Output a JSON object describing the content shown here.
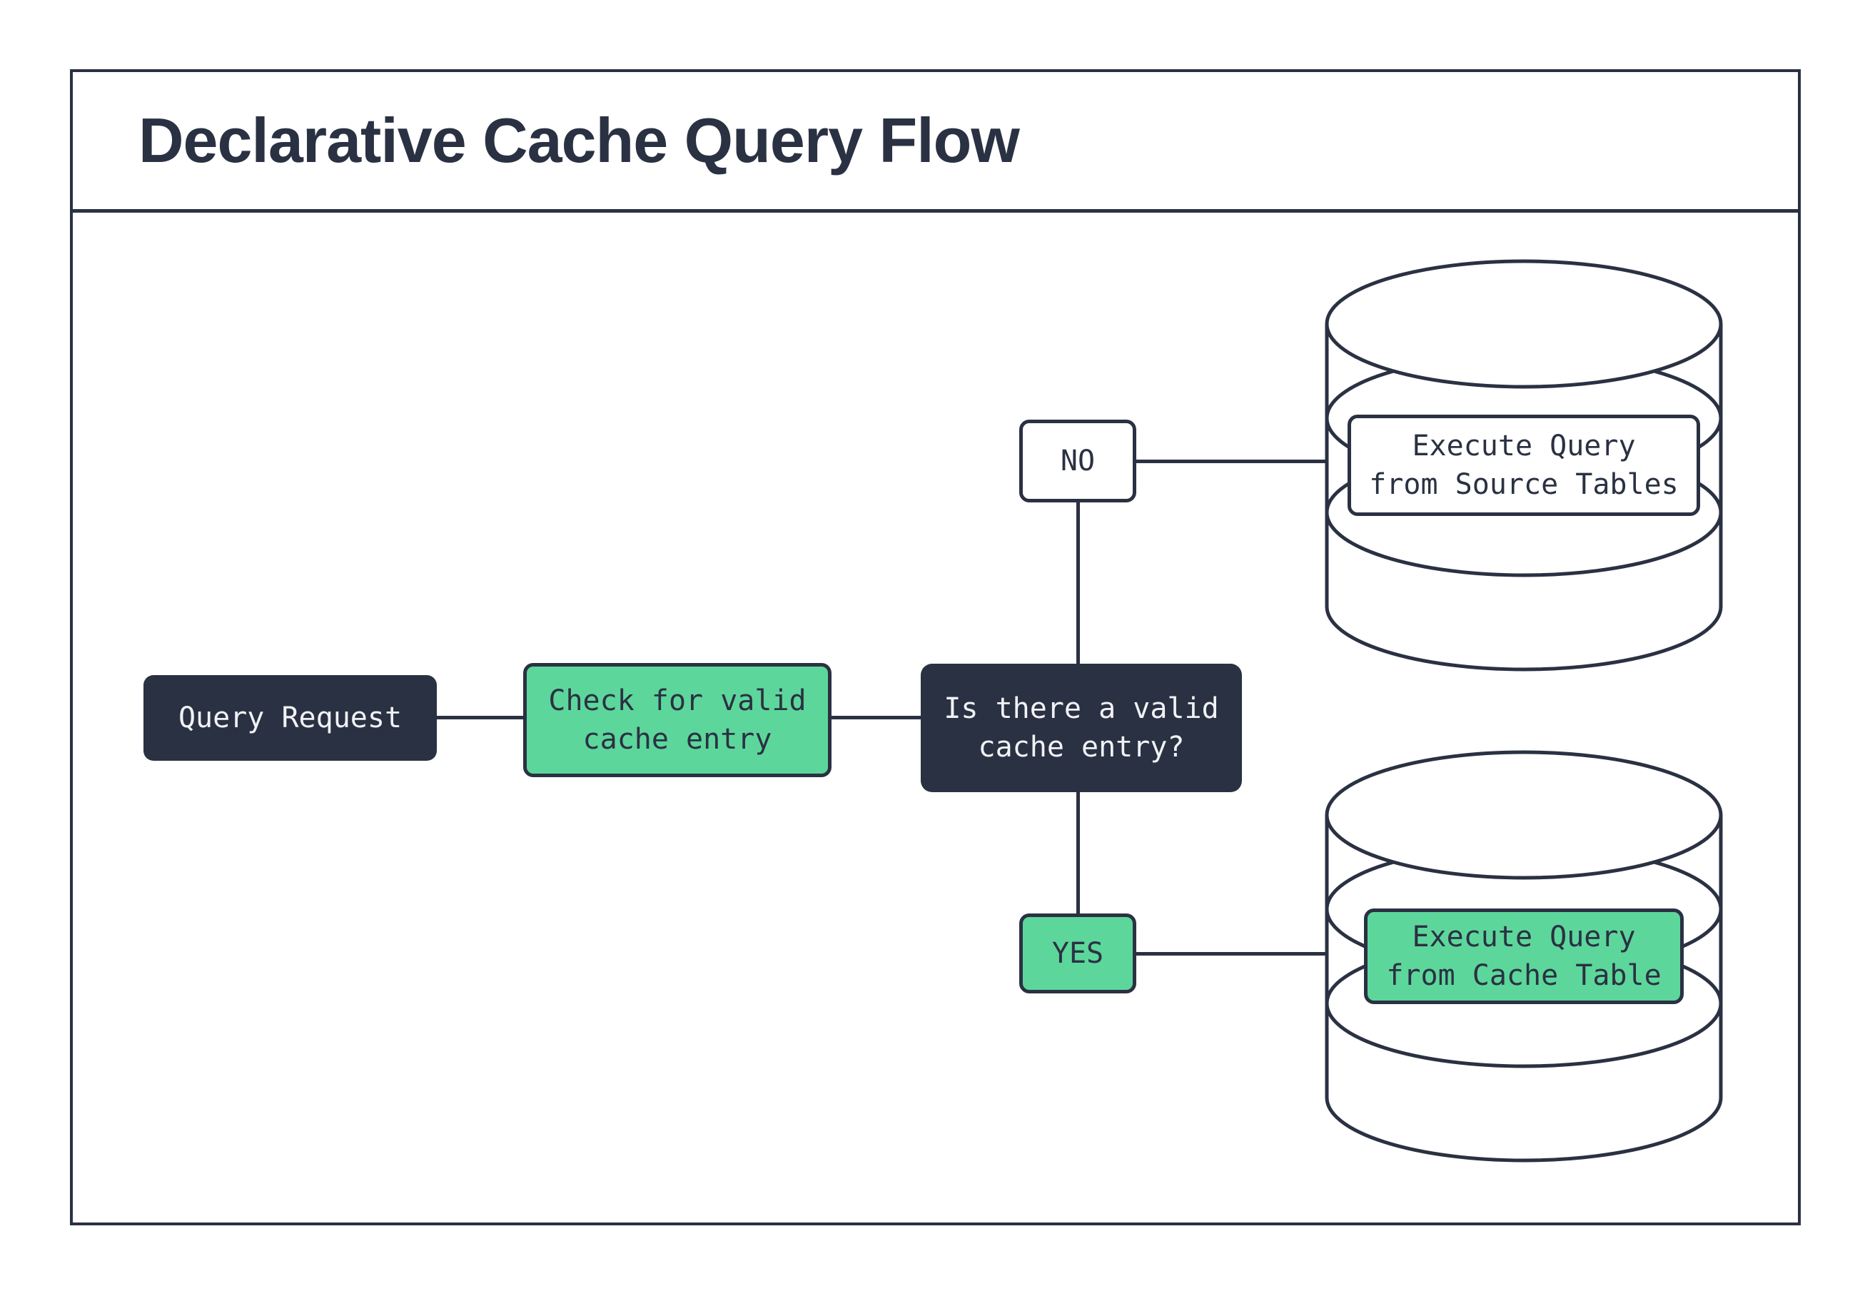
{
  "title": "Declarative Cache Query Flow",
  "colors": {
    "dark": "#2a3142",
    "green": "#5dd69b",
    "background": "#ffffff",
    "light_text": "#f0f2f6"
  },
  "nodes": {
    "query_request": {
      "label": "Query Request"
    },
    "check_cache": {
      "label": "Check for valid\ncache entry"
    },
    "decision": {
      "label": "Is there a valid\ncache entry?"
    },
    "branch_no": {
      "label": "NO"
    },
    "branch_yes": {
      "label": "YES"
    },
    "execute_source": {
      "label": "Execute Query\nfrom Source Tables"
    },
    "execute_cache": {
      "label": "Execute Query\nfrom Cache Table"
    }
  }
}
